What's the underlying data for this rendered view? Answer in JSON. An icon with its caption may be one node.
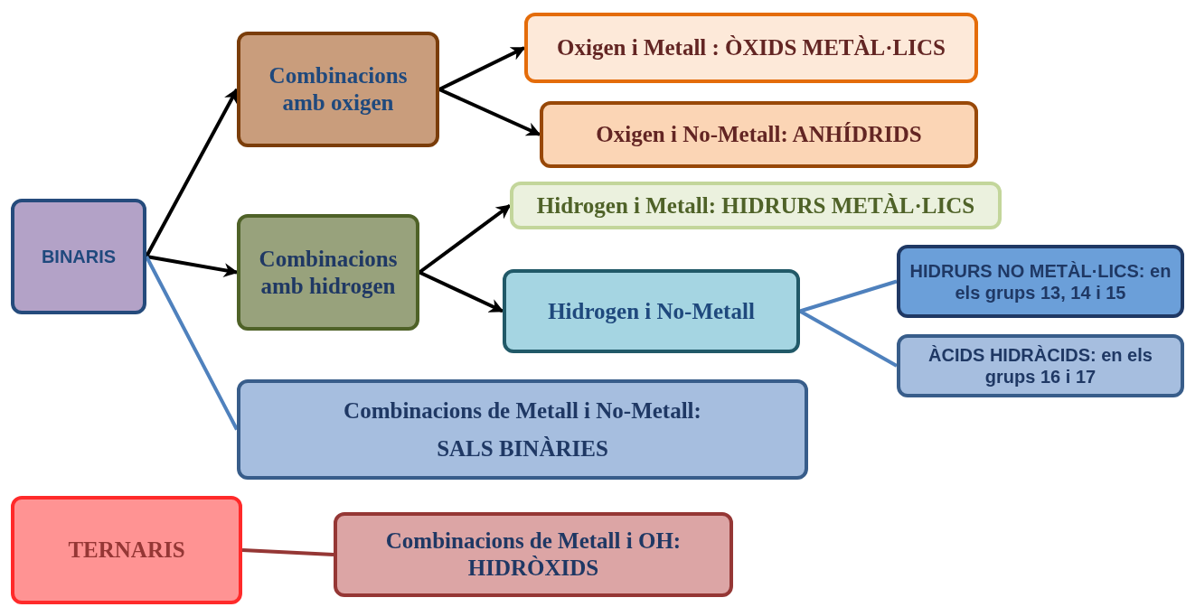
{
  "diagram": {
    "nodes": [
      {
        "text": [
          "BINARIS"
        ]
      },
      {
        "text": [
          "Combinacions amb oxigen"
        ]
      },
      {
        "text": [
          "Oxigen i Metall : ÒXIDS METÀL·LICS"
        ]
      },
      {
        "text": [
          "Oxigen i No-Metall: ANHÍDRIDS"
        ]
      },
      {
        "text": [
          "Combinacions amb hidrogen"
        ]
      },
      {
        "text": [
          "Hidrogen i Metall: HIDRURS METÀL·LICS"
        ]
      },
      {
        "text": [
          "Hidrogen i No-Metall"
        ]
      },
      {
        "text": [
          "HIDRURS NO METÀL·LICS: en els grups 13, 14 i 15"
        ]
      },
      {
        "text": [
          "ÀCIDS HIDRÀCIDS: en els grups 16 i 17"
        ]
      },
      {
        "text": [
          "Combinacions de Metall i No-Metall:",
          "SALS BINÀRIES"
        ]
      },
      {
        "text": [
          "TERNARIS"
        ]
      },
      {
        "text": [
          "Combinacions de Metall i OH: HIDRÒXIDS"
        ]
      }
    ],
    "edges": [
      {
        "from": 0,
        "to": 1,
        "arrow": "to"
      },
      {
        "from": 0,
        "to": 4,
        "arrow": "to"
      },
      {
        "from": 1,
        "to": 2,
        "arrow": "to"
      },
      {
        "from": 1,
        "to": 3,
        "arrow": "to"
      },
      {
        "from": 4,
        "to": 5,
        "arrow": "to"
      },
      {
        "from": 4,
        "to": 6,
        "arrow": "to"
      },
      {
        "from": 0,
        "to": 9,
        "arrow": "none",
        "color": "#4f81bd"
      },
      {
        "from": 6,
        "to": 7,
        "arrow": "none",
        "color": "#4f81bd"
      },
      {
        "from": 6,
        "to": 8,
        "arrow": "none",
        "color": "#4f81bd"
      },
      {
        "from": 10,
        "to": 11,
        "arrow": "none",
        "color": "#953735"
      }
    ]
  }
}
